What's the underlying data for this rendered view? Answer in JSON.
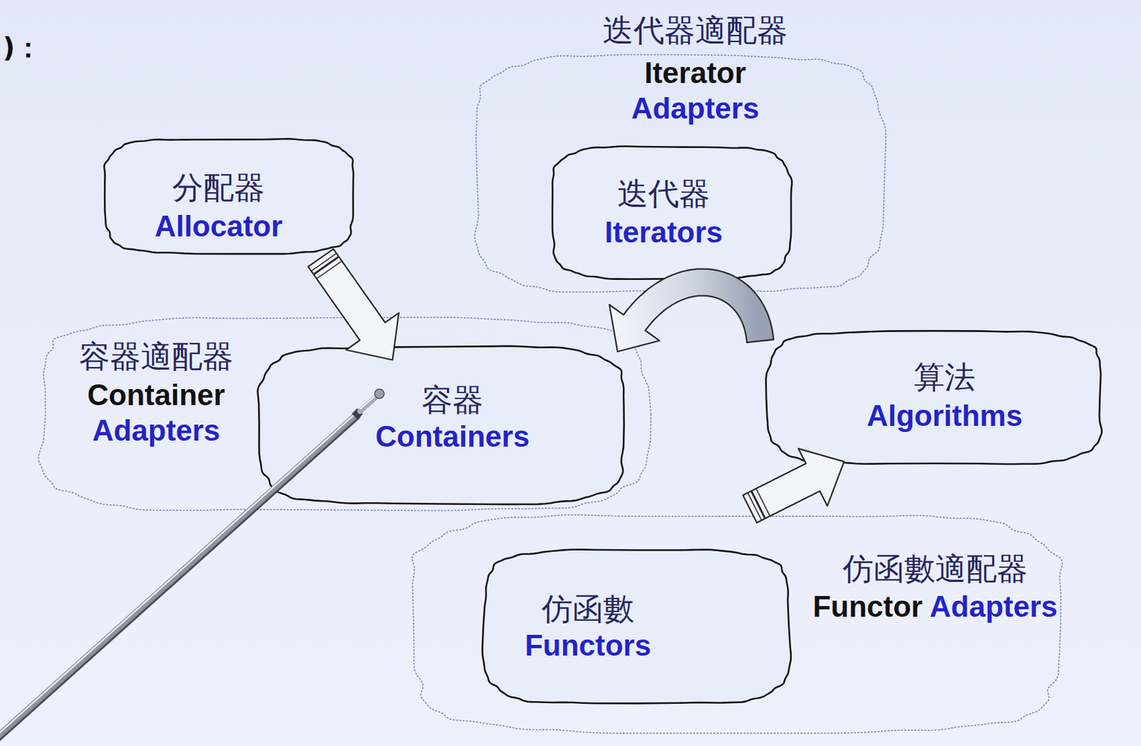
{
  "diagram": {
    "nodes": [
      {
        "text": [
          "迭代器適配器",
          "Iterator Adapters"
        ]
      },
      {
        "text": [
          "迭代器",
          "Iterators"
        ],
        "in": 0
      },
      {
        "text": [
          "分配器",
          "Allocator"
        ]
      },
      {
        "text": [
          "容器適配器",
          "Container Adapters"
        ]
      },
      {
        "text": [
          "容器",
          "Containers"
        ],
        "in": 3
      },
      {
        "text": [
          "算法",
          "Algorithms"
        ]
      },
      {
        "text": [
          "仿函數適配器",
          "Functor Adapters"
        ]
      },
      {
        "text": [
          "仿函數",
          "Functors"
        ],
        "in": 6
      }
    ],
    "edges": [
      {
        "from": 2,
        "to": 4,
        "arrow": "to"
      },
      {
        "from": 5,
        "to": 4,
        "arrow": "to"
      },
      {
        "from": 6,
        "to": 5,
        "arrow": "to"
      }
    ],
    "labels": [
      ")："
    ]
  }
}
